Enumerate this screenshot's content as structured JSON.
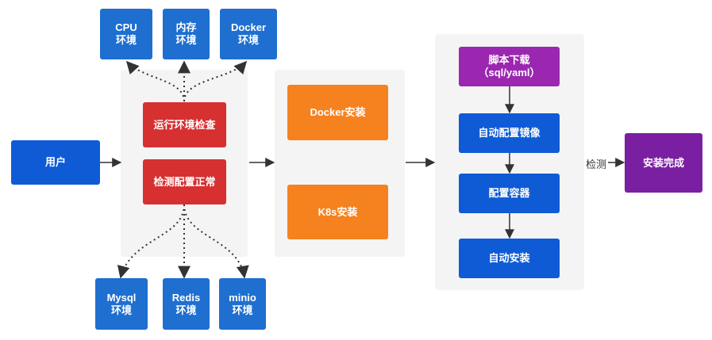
{
  "env_top": {
    "cpu": {
      "line1": "CPU",
      "line2": "环境"
    },
    "memory": {
      "line1": "内存",
      "line2": "环境"
    },
    "docker": {
      "line1": "Docker",
      "line2": "环境"
    }
  },
  "env_bottom": {
    "mysql": {
      "line1": "Mysql",
      "line2": "环境"
    },
    "redis": {
      "line1": "Redis",
      "line2": "环境"
    },
    "minio": {
      "line1": "minio",
      "line2": "环境"
    }
  },
  "user": "用户",
  "checks": {
    "runtime": "运行环境检查",
    "config": "检测配置正常"
  },
  "install_stage": {
    "docker": "Docker安装",
    "k8s": "K8s安装"
  },
  "pipeline": {
    "script_line1": "脚本下载",
    "script_line2": "（sql/yaml）",
    "auto_config_image": "自动配置镜像",
    "config_container": "配置容器",
    "auto_install": "自动安装"
  },
  "detect_label": "检测",
  "done": "安装完成",
  "colors": {
    "env_blue": "#1e6fd0",
    "step_blue": "#0f5bd6",
    "check_red": "#d63031",
    "install_orange": "#f5821f",
    "script_purple": "#9b27b0",
    "done_violet": "#7b1fa2",
    "panel_gray": "#f4f4f4"
  }
}
